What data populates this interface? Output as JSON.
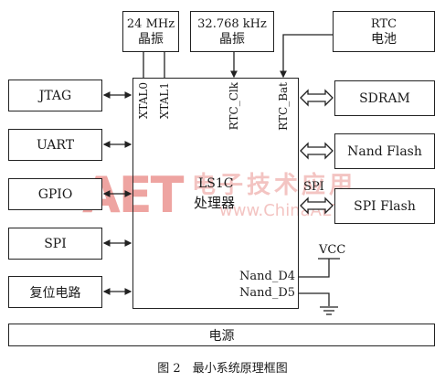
{
  "crystal_24": {
    "line1": "24 MHz",
    "line2": "晶振"
  },
  "crystal_32": {
    "line1": "32.768 kHz",
    "line2": "晶振"
  },
  "rtc_battery": {
    "line1": "RTC",
    "line2": "电池"
  },
  "left_blocks": {
    "jtag": "JTAG",
    "uart": "UART",
    "gpio": "GPIO",
    "spi": "SPI",
    "reset": "复位电路"
  },
  "right_blocks": {
    "sdram": "SDRAM",
    "nand": "Nand Flash",
    "spi_flash": "SPI Flash"
  },
  "processor": {
    "line1": "LS1C",
    "line2": "处理器",
    "pins": {
      "xtal0": "XTAL0",
      "xtal1": "XTAL1",
      "rtc_clk": "RTC_Clk",
      "rtc_bat": "RTC_Bat"
    },
    "spi_pin": "SPI",
    "nand_d4": "Nand_D4",
    "nand_d5": "Nand_D5"
  },
  "vcc": "VCC",
  "power": "电源",
  "caption": "图 2　最小系统原理框图",
  "watermark": {
    "logo": "AET",
    "cn": "电子技术应用",
    "url": "www.ChinaAET.com"
  }
}
